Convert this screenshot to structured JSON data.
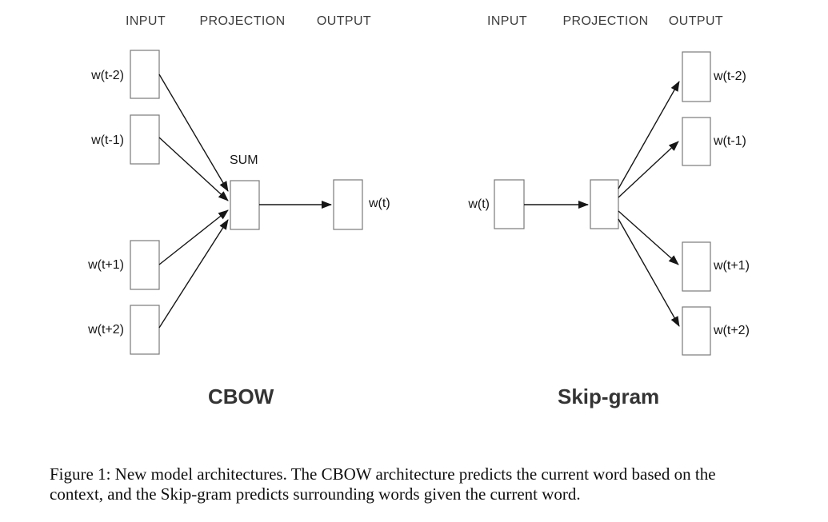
{
  "colors": {
    "background": "#ffffff",
    "box_border": "#7a7a7a",
    "arrow": "#161616",
    "header_text": "#3d3d3d",
    "label_text": "#161616",
    "title_text": "#343434",
    "caption_text": "#0e0e0e"
  },
  "cbow": {
    "headers": {
      "input": "INPUT",
      "projection": "PROJECTION",
      "output": "OUTPUT"
    },
    "input_labels": [
      "w(t-2)",
      "w(t-1)",
      "w(t+1)",
      "w(t+2)"
    ],
    "projection_label": "SUM",
    "output_label": "w(t)",
    "title": "CBOW"
  },
  "skipgram": {
    "headers": {
      "input": "INPUT",
      "projection": "PROJECTION",
      "output": "OUTPUT"
    },
    "input_label": "w(t)",
    "output_labels": [
      "w(t-2)",
      "w(t-1)",
      "w(t+1)",
      "w(t+2)"
    ],
    "title": "Skip-gram"
  },
  "caption": {
    "line1": "Figure 1: New model architectures. The CBOW architecture predicts the current word based on the",
    "line2": "context, and the Skip-gram predicts surrounding words given the current word."
  }
}
